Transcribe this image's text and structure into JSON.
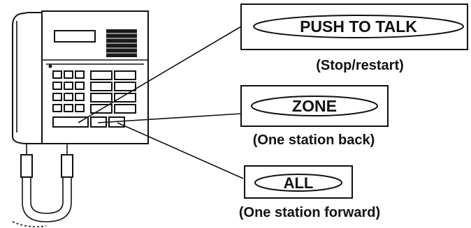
{
  "buttons": {
    "push_to_talk": {
      "label": "PUSH TO TALK",
      "caption": "(Stop/restart)"
    },
    "zone": {
      "label": "ZONE",
      "caption": "(One station back)"
    },
    "all": {
      "label": "ALL",
      "caption": "(One station forward)"
    }
  },
  "colors": {
    "ink": "#111111",
    "paper": "#ffffff",
    "speaker": "#1a1a1a"
  }
}
